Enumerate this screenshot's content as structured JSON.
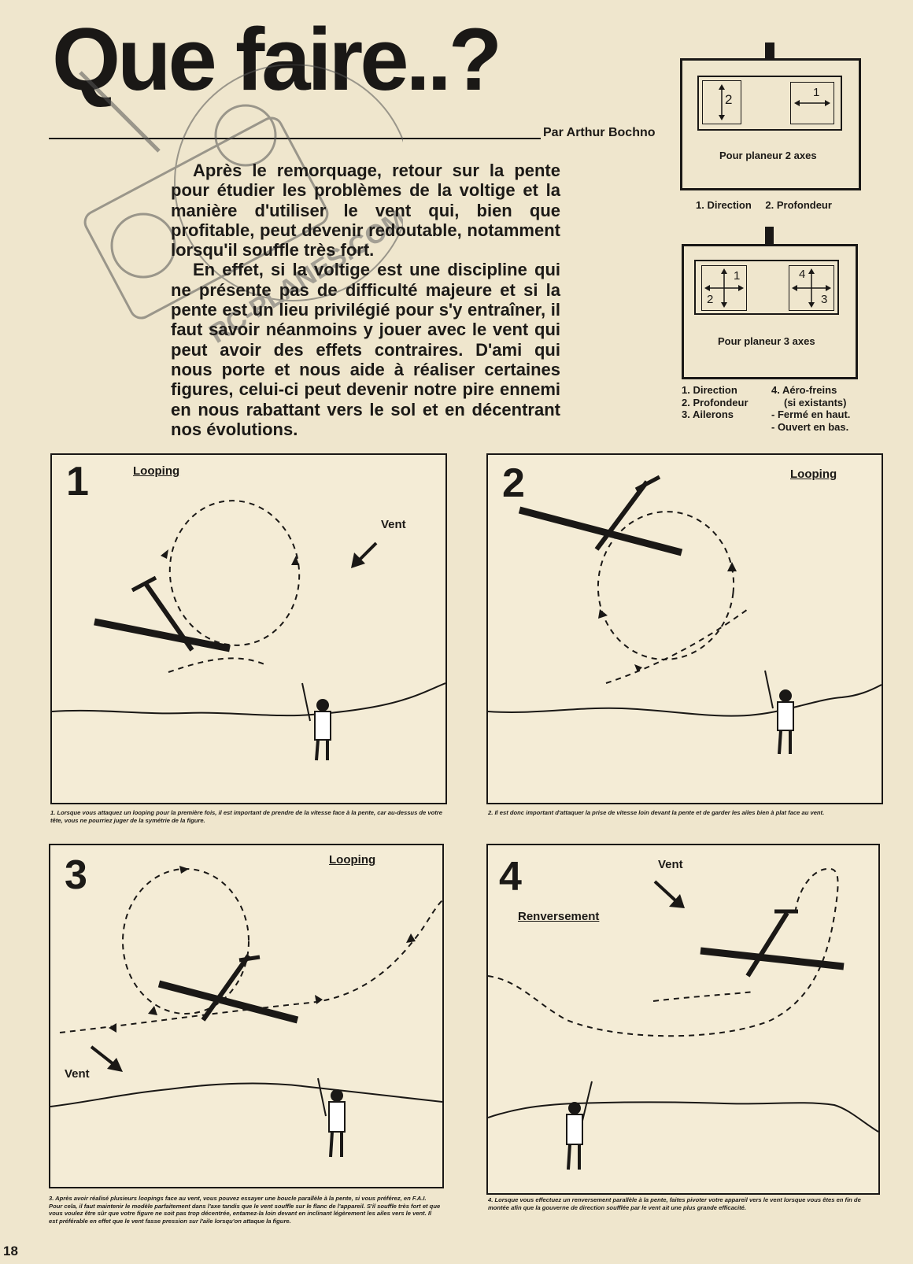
{
  "article": {
    "title": "Que faire..?",
    "byline": "Par Arthur Bochno",
    "intro_paragraphs": [
      "Après le remorquage, retour sur la pente pour étudier les problèmes de la voltige et la manière d'utiliser le vent qui, bien que profitable, peut devenir redoutable, notamment lorsqu'il souffle très fort.",
      "En effet, si la voltige est une discipline qui ne présente pas de difficulté majeure et si la pente est un lieu privilégié pour s'y entraîner, il faut savoir néanmoins y jouer avec le vent qui peut avoir des effets contraires. D'ami qui nous porte et nous aide à réaliser certaines figures, celui-ci peut devenir notre pire ennemi en nous rabattant vers le sol et en décentrant nos évolutions."
    ],
    "stamp_text": "RC-PLANES.COM"
  },
  "radio_2axes": {
    "stick_left_num": "2",
    "stick_right_num": "1",
    "caption": "Pour planeur 2 axes",
    "legend": [
      "1. Direction",
      "2. Profondeur"
    ]
  },
  "radio_3axes": {
    "stick_left_nums": [
      "1",
      "2"
    ],
    "stick_right_nums": [
      "4",
      "3"
    ],
    "caption": "Pour planeur 3 axes",
    "legend_col1": [
      "1. Direction",
      "2. Profondeur",
      "3. Ailerons"
    ],
    "legend_col2": [
      "4. Aéro-freins",
      "(si existants)",
      "- Fermé en haut.",
      "- Ouvert en bas."
    ]
  },
  "panels": [
    {
      "number": "1",
      "label": "Looping",
      "vent": "Vent",
      "caption": "1. Lorsque vous attaquez un looping pour la première fois, il est important de prendre de la vitesse face à la pente, car au-dessus de votre tête, vous ne pourriez juger de la symétrie de la figure."
    },
    {
      "number": "2",
      "label": "Looping",
      "vent": "",
      "caption": "2. Il est donc important d'attaquer la prise de vitesse loin devant la pente et de garder les ailes bien à plat face au vent."
    },
    {
      "number": "3",
      "label": "Looping",
      "vent": "Vent",
      "caption": "3. Après avoir réalisé plusieurs loopings face au vent, vous pouvez essayer une boucle parallèle à la pente, si vous préférez, en F.A.I. Pour cela, il faut maintenir le modèle parfaitement dans l'axe tandis que le vent souffle sur le flanc de l'appareil. S'il souffle très fort et que vous voulez être sûr que votre figure ne soit pas trop décentrée, entamez-la loin devant en inclinant légèrement les ailes vers le vent. Il est préférable en effet que le vent fasse pression sur l'aile lorsqu'on attaque la figure."
    },
    {
      "number": "4",
      "label": "Renversement",
      "vent": "Vent",
      "caption": "4. Lorsque vous effectuez un renversement parallèle à la pente, faites pivoter votre appareil vers le vent lorsque vous êtes en fin de montée afin que la gouverne de direction soufflée par le vent ait une plus grande efficacité."
    }
  ],
  "page_number": "18"
}
